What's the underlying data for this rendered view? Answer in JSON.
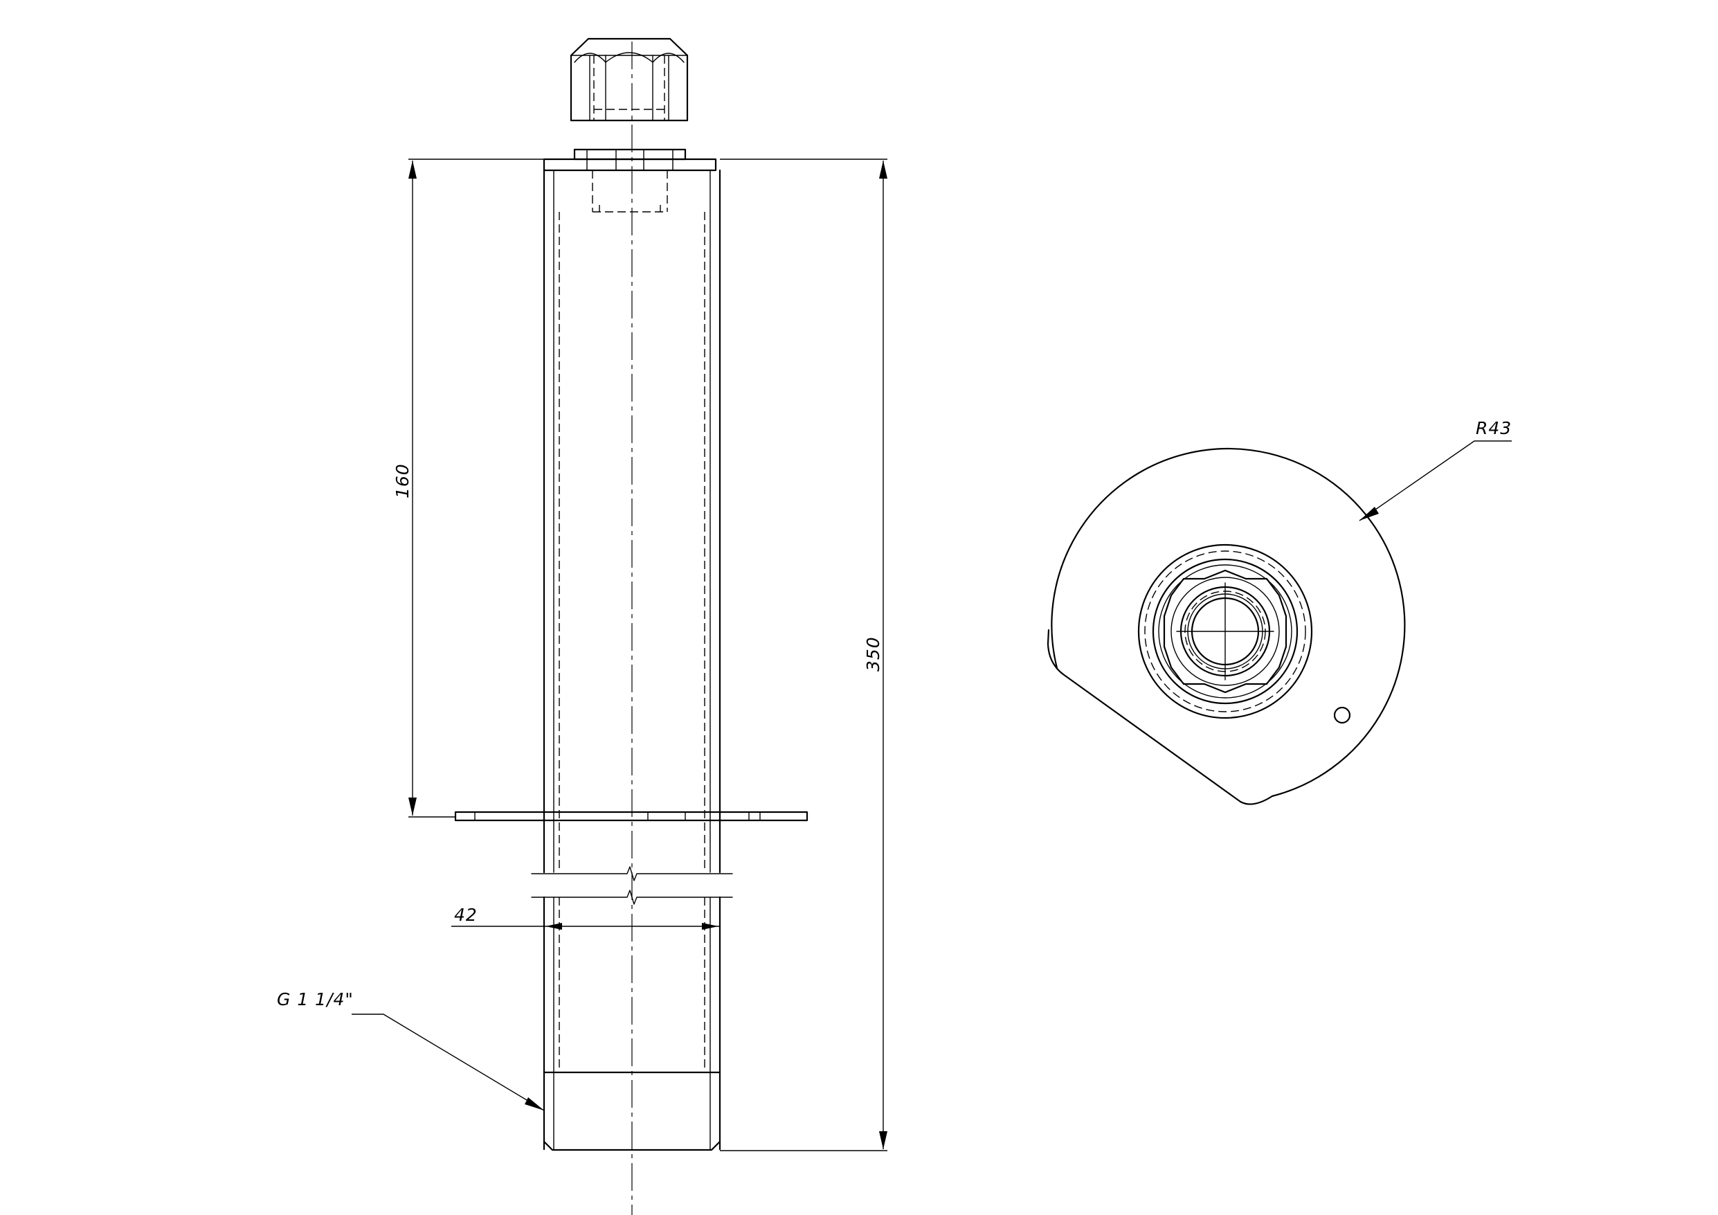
{
  "dimensions": {
    "height_160": "160",
    "height_350": "350",
    "diameter_42": "42",
    "thread": "G 1 1/4\"",
    "radius": "R43"
  }
}
